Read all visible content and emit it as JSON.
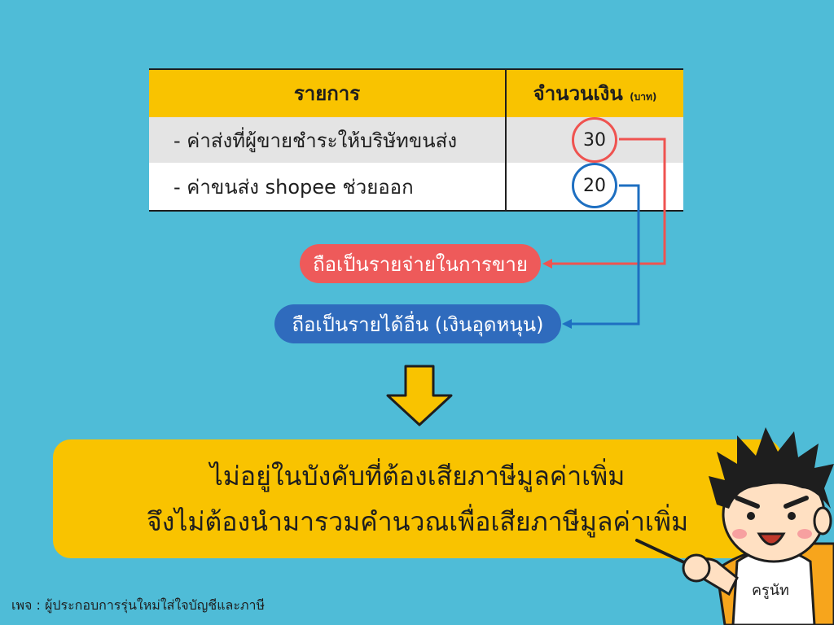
{
  "table": {
    "header_item": "รายการ",
    "header_amount": "จำนวนเงิน",
    "header_unit": "(บาท)",
    "rows": [
      {
        "label": "- ค่าส่งที่ผู้ขายชำระให้บริษัทขนส่ง",
        "amount": "30"
      },
      {
        "label": "- ค่าขนส่ง shopee ช่วยออก",
        "amount": "20"
      }
    ]
  },
  "notes": {
    "expense": "ถือเป็นรายจ่ายในการขาย",
    "income": "ถือเป็นรายได้อื่น (เงินอุดหนุน)"
  },
  "conclusion": {
    "line1": "ไม่อยู่ในบังคับที่ต้องเสียภาษีมูลค่าเพิ่ม",
    "line2": "จึงไม่ต้องนำมารวมคำนวณเพื่อเสียภาษีมูลค่าเพิ่ม"
  },
  "character": {
    "shirt_text": "ครูนัท"
  },
  "footer": "เพจ : ผู้ประกอบการรุ่นใหม่ใส่ใจบัญชีและภาษี",
  "colors": {
    "background": "#4fbcd7",
    "accent_yellow": "#f9c300",
    "red": "#ee5a5a",
    "blue": "#2f6bbd"
  }
}
